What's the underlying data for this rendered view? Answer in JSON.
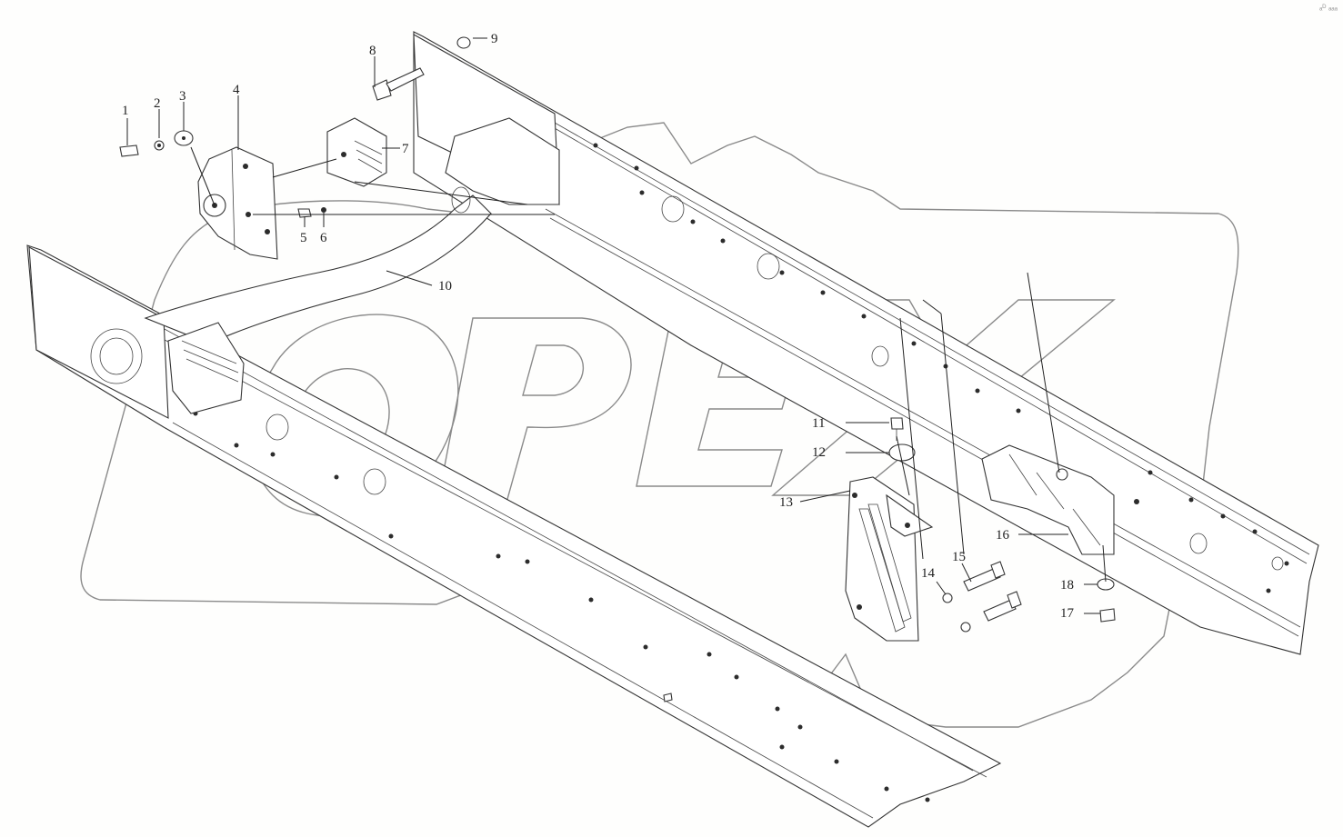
{
  "watermark": {
    "text": "OPEX",
    "color": "#8a8a8a"
  },
  "corner_mark": "ₐᴰ ₐₐₐ",
  "callouts": [
    {
      "id": "c1",
      "text": "1"
    },
    {
      "id": "c2",
      "text": "2"
    },
    {
      "id": "c3",
      "text": "3"
    },
    {
      "id": "c4",
      "text": "4"
    },
    {
      "id": "c5",
      "text": "5"
    },
    {
      "id": "c6",
      "text": "6"
    },
    {
      "id": "c7",
      "text": "7"
    },
    {
      "id": "c8",
      "text": "8"
    },
    {
      "id": "c9",
      "text": "9"
    },
    {
      "id": "c10",
      "text": "10"
    },
    {
      "id": "c11",
      "text": "11"
    },
    {
      "id": "c12",
      "text": "12"
    },
    {
      "id": "c13",
      "text": "13"
    },
    {
      "id": "c14",
      "text": "14"
    },
    {
      "id": "c15",
      "text": "15"
    },
    {
      "id": "c16",
      "text": "16"
    },
    {
      "id": "c17",
      "text": "17"
    },
    {
      "id": "c18",
      "text": "18"
    }
  ]
}
